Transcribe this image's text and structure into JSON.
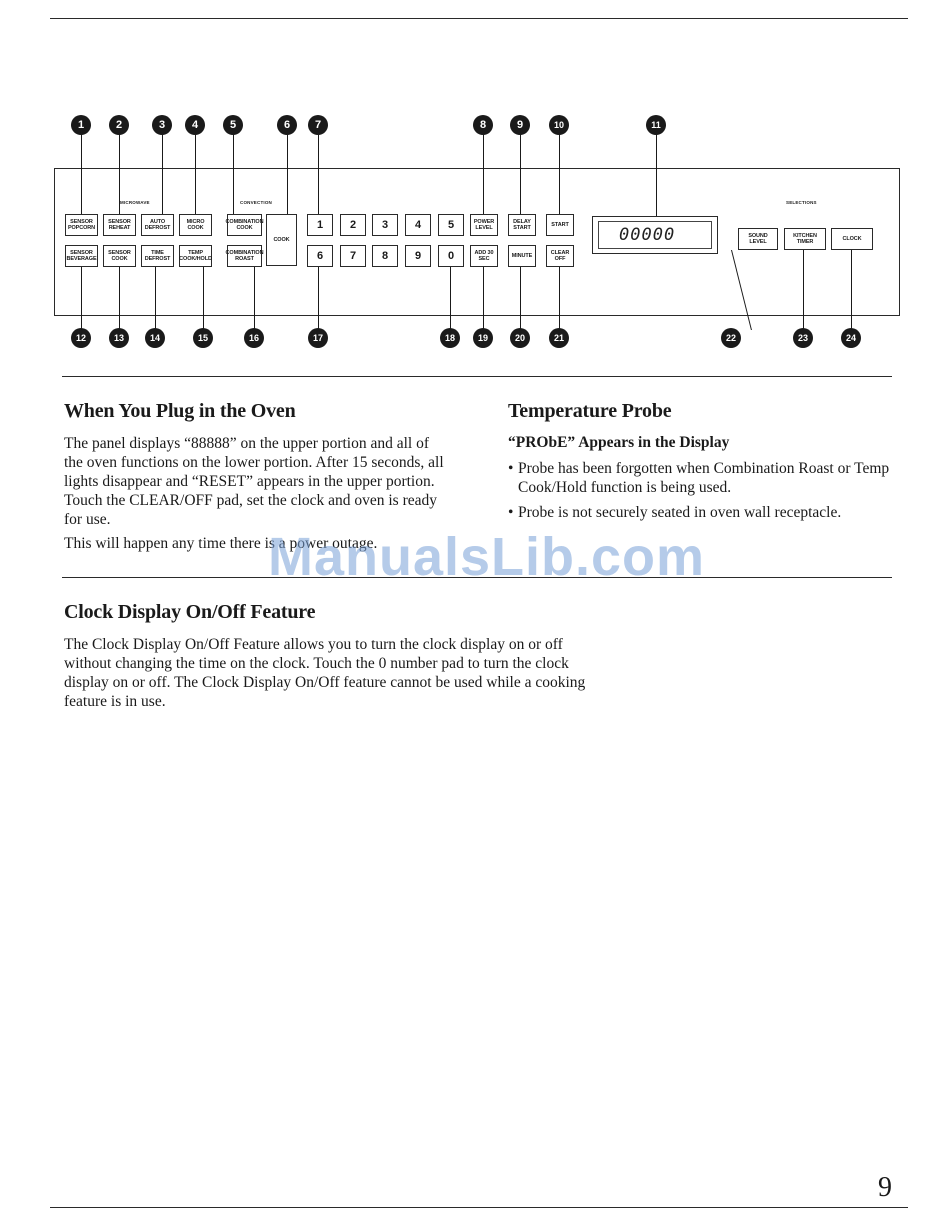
{
  "panel": {
    "groups": {
      "microwave": "MICROWAVE",
      "convection": "CONVECTION",
      "selections": "SELECTIONS"
    },
    "buttons": {
      "sensor_popcorn": "SENSOR POPCORN",
      "sensor_reheat": "SENSOR REHEAT",
      "auto_defrost": "AUTO DEFROST",
      "micro_cook": "MICRO COOK",
      "combination_cook": "COMBINATION COOK",
      "cook": "COOK",
      "sensor_beverage": "SENSOR BEVERAGE",
      "sensor_cook": "SENSOR COOK",
      "time_defrost": "TIME DEFROST",
      "temp_cook_hold": "TEMP COOK/HOLD",
      "combination_roast": "COMBINATION ROAST",
      "power_level": "POWER LEVEL",
      "delay_start": "DELAY START",
      "start": "START",
      "add_30_sec": "ADD 30 SEC",
      "minute": "MINUTE",
      "clear_off": "CLEAR OFF",
      "sound_level": "SOUND LEVEL",
      "kitchen_timer": "KITCHEN TIMER",
      "clock": "CLOCK"
    },
    "numbers": [
      "1",
      "2",
      "3",
      "4",
      "5",
      "6",
      "7",
      "8",
      "9",
      "0"
    ],
    "display": "00000",
    "callouts_top": [
      "1",
      "2",
      "3",
      "4",
      "5",
      "6",
      "7",
      "8",
      "9",
      "10",
      "11"
    ],
    "callouts_bottom": [
      "12",
      "13",
      "14",
      "15",
      "16",
      "17",
      "18",
      "19",
      "20",
      "21",
      "22",
      "23",
      "24"
    ]
  },
  "sections": {
    "plug_in": {
      "title": "When You Plug in the Oven",
      "para1": "The panel displays “88888” on the upper portion and all of the oven functions on the lower portion. After 15 seconds, all lights disappear and “RESET” appears in the upper portion. Touch the CLEAR/OFF pad, set the clock and oven is ready for use.",
      "para2": "This will happen any time there is a power outage."
    },
    "probe": {
      "title": "Temperature Probe",
      "subtitle": "“PRObE” Appears in the Display",
      "bullets": [
        "Probe has been forgotten when Combination Roast or Temp Cook/Hold function is being used.",
        "Probe is not securely seated in oven wall receptacle."
      ]
    },
    "clock_display": {
      "title": "Clock Display On/Off Feature",
      "para": "The Clock Display On/Off Feature allows you to turn the clock display on or off without changing the time on the clock. Touch the 0 number pad to turn the clock display on or off. The Clock Display On/Off feature cannot be used while a cooking feature is in use."
    }
  },
  "watermark": "ManualsLib.com",
  "page_number": "9"
}
